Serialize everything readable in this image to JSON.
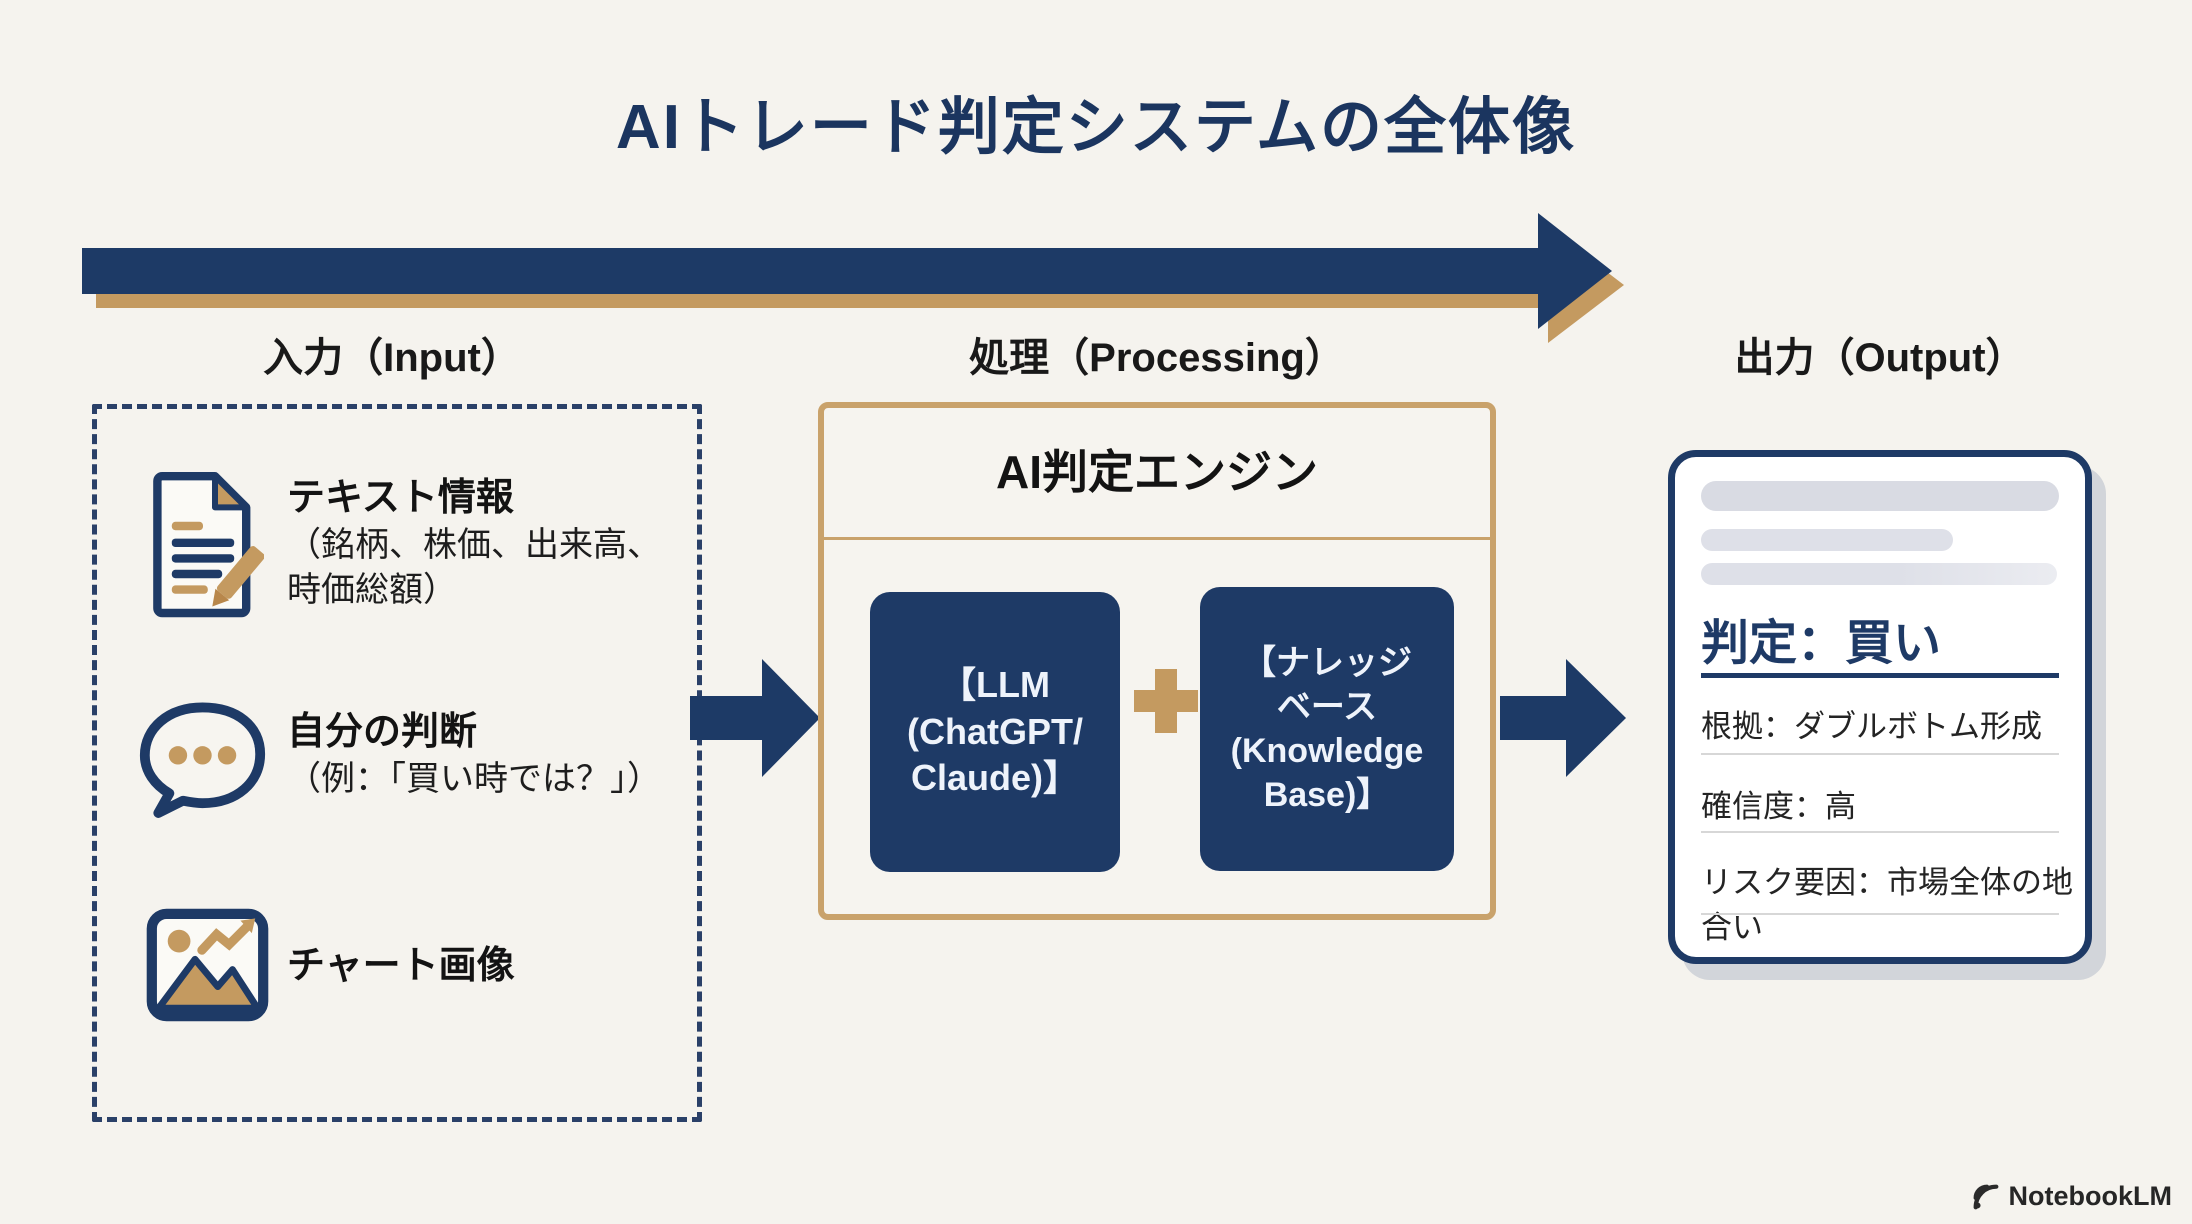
{
  "title": "AIトレード判定システムの全体像",
  "sections": {
    "input": {
      "header": "入力（Input）",
      "items": [
        {
          "icon": "document-pencil-icon",
          "title": "テキスト情報",
          "desc_line1": "（銘柄、株価、出来高、",
          "desc_line2": "時価総額）"
        },
        {
          "icon": "speech-bubble-icon",
          "title": "自分の判断",
          "desc_line1": "（例：「買い時では？」）"
        },
        {
          "icon": "chart-image-icon",
          "title": "チャート画像"
        }
      ]
    },
    "processing": {
      "header": "処理（Processing）",
      "engine_title": "AI判定エンジン",
      "llm_box": {
        "line1": "【LLM",
        "line2": "(ChatGPT/",
        "line3": "Claude)】"
      },
      "plus_icon": "plus-icon",
      "kb_box": {
        "line1": "【ナレッジ",
        "line2": "ベース",
        "line3": "(Knowledge",
        "line4": "Base)】"
      }
    },
    "output": {
      "header": "出力（Output）",
      "judgment": "判定：買い",
      "details": [
        "根拠：ダブルボトム形成",
        "確信度：高",
        "リスク要因：市場全体の地合い"
      ]
    }
  },
  "footer": {
    "brand": "NotebookLM"
  },
  "colors": {
    "navy": "#1e3a66",
    "gold": "#c49a60",
    "gold_border": "#c9a26b",
    "background": "#f5f3ee"
  }
}
